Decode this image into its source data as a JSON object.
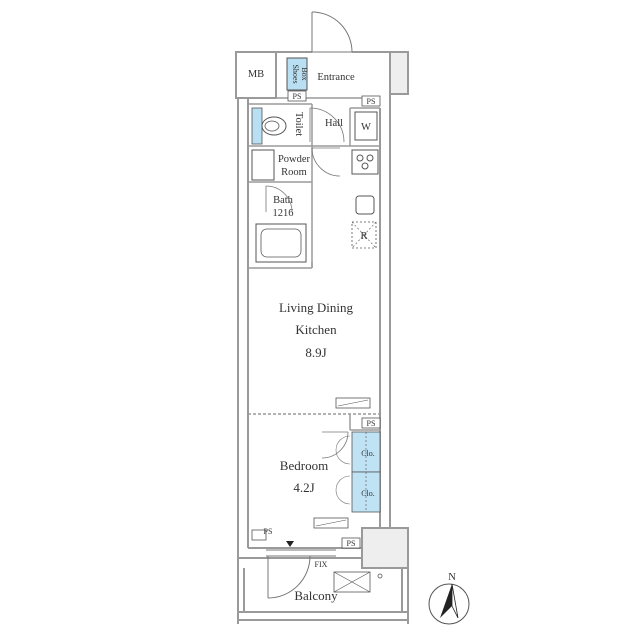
{
  "rooms": {
    "mb": "MB",
    "shoes_box_line1": "Shoes",
    "shoes_box_line2": "Box",
    "entrance": "Entrance",
    "toilet": "Toilet",
    "hall": "Hall",
    "washer": "W",
    "powder_room_line1": "Powder",
    "powder_room_line2": "Room",
    "bath_line1": "Bath",
    "bath_line2": "1216",
    "refrigerator": "R",
    "ldk_line1": "Living Dining",
    "ldk_line2": "Kitchen",
    "ldk_size": "8.9J",
    "bedroom": "Bedroom",
    "bedroom_size": "4.2J",
    "closet_1": "Clo.",
    "closet_2": "Clo.",
    "balcony": "Balcony",
    "fix_window": "FIX"
  },
  "pipe_spaces": [
    "PS",
    "PS",
    "PS",
    "PS",
    "PS"
  ],
  "compass": {
    "north": "N"
  },
  "colors": {
    "wall": "#9a9a9a",
    "line": "#555555",
    "fixture_blue": "#b9e0f2",
    "closet_blue": "#bfe3f4"
  }
}
